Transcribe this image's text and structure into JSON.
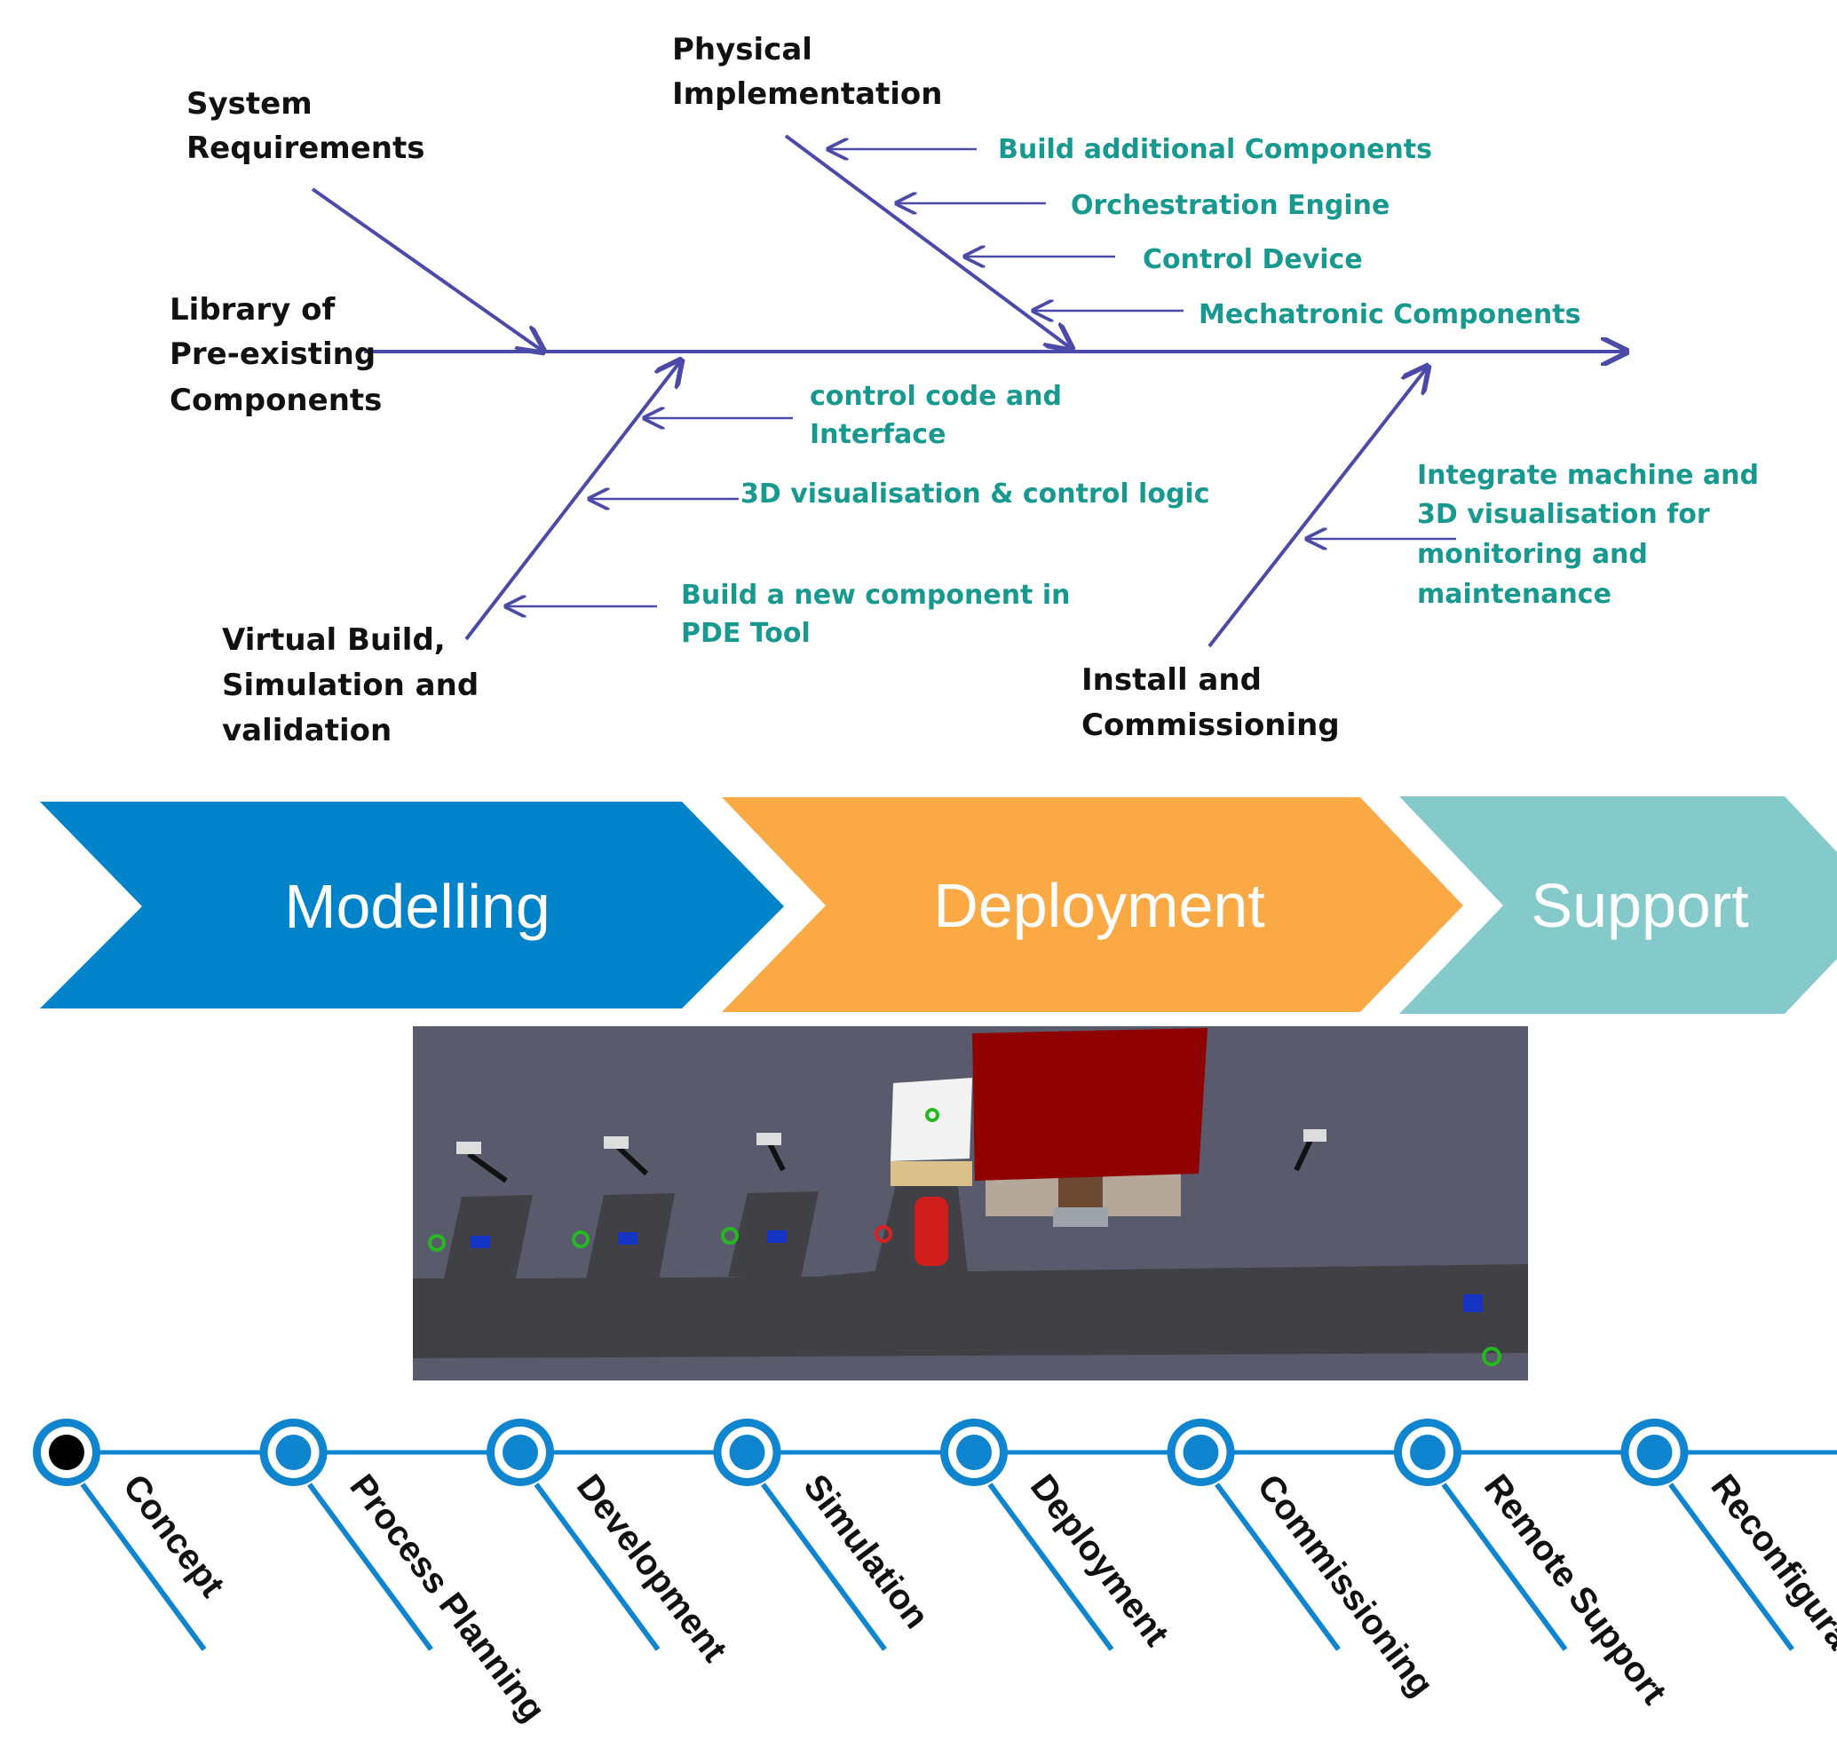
{
  "fishbone": {
    "main_causes": {
      "system_requirements": [
        "System",
        "Requirements"
      ],
      "physical_implementation": [
        "Physical",
        "Implementation"
      ],
      "library": [
        "Library of",
        "Pre-existing",
        "Components"
      ],
      "virtual_build": [
        "Virtual Build,",
        "Simulation and",
        "validation"
      ],
      "install": [
        "Install and",
        "Commissioning"
      ]
    },
    "sub_causes": {
      "build_additional": "Build additional Components",
      "orchestration": "Orchestration Engine",
      "control_device": "Control Device",
      "mechatronic": "Mechatronic Components",
      "control_code": [
        "control code and",
        "Interface"
      ],
      "visualisation": "3D visualisation & control logic",
      "build_new": [
        "Build a new component in",
        "PDE Tool"
      ],
      "integrate": [
        "Integrate machine and",
        "3D visualisation for",
        "monitoring and",
        "maintenance"
      ]
    }
  },
  "phases": {
    "modelling": "Modelling",
    "deployment": "Deployment",
    "support": "Support",
    "colors": {
      "modelling": "#0083c9",
      "deployment": "#fba945",
      "support": "#84cacb"
    }
  },
  "timeline": {
    "labels": [
      "Concept",
      "Process Planning",
      "Development",
      "Simulation",
      "Deployment",
      "Commissioning",
      "Remote Support",
      "Reconfiguration"
    ],
    "active_index": 0,
    "color": "#0f85cf"
  },
  "colors": {
    "arrow": "#4b4aa8",
    "sub_text": "#17998f"
  }
}
